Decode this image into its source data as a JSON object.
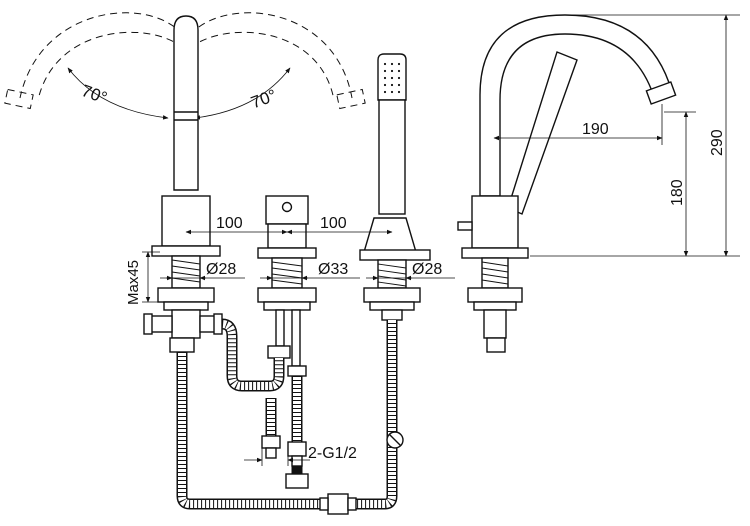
{
  "dimensions": {
    "angle_left": "70°",
    "angle_right": "70°",
    "spacing_left": "100",
    "spacing_right": "100",
    "reach": "190",
    "spout_height": "180",
    "total_height": "290",
    "max_deck_thickness": "Max45",
    "hole_left": "Ø28",
    "hole_middle": "Ø33",
    "hole_right": "Ø28",
    "inlet_thread": "2-G1/2"
  },
  "colors": {
    "line": "#111111",
    "background": "#ffffff"
  }
}
